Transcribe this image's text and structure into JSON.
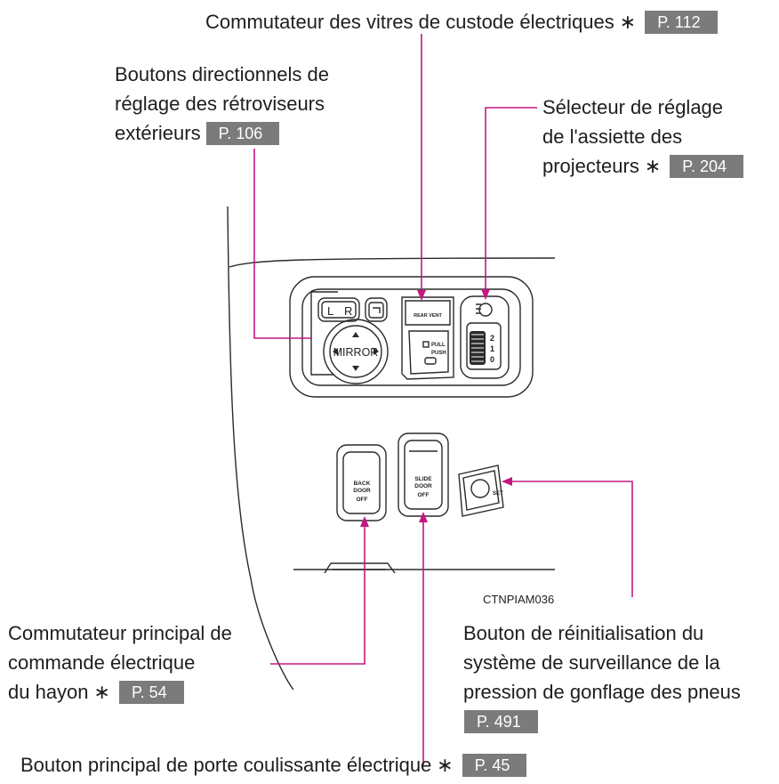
{
  "labels": {
    "rear_window": {
      "text": "Commutateur des vitres de custode électriques",
      "asterisk": "∗",
      "ref": "P. 112"
    },
    "mirror": {
      "line1": "Boutons directionnels de",
      "line2": "réglage des rétroviseurs",
      "line3": "extérieurs",
      "ref": "P. 106"
    },
    "headlight": {
      "line1": "Sélecteur de réglage",
      "line2": "de l'assiette des",
      "line3": "projecteurs",
      "asterisk": "∗",
      "ref": "P. 204"
    },
    "back_door": {
      "line1": "Commutateur principal de",
      "line2": "commande électrique",
      "line3": "du hayon",
      "asterisk": "∗",
      "ref": "P. 54"
    },
    "tire": {
      "line1": "Bouton de réinitialisation du",
      "line2": "système de surveillance de la",
      "line3": "pression de gonflage des pneus",
      "ref": "P. 491"
    },
    "slide_door": {
      "text": "Bouton principal de porte coulissante électrique",
      "asterisk": "∗",
      "ref": "P. 45"
    }
  },
  "image_code": "CTNPIAM036",
  "panel": {
    "mirror_l": "L",
    "mirror_r": "R",
    "mirror_btn": "MIRROR",
    "rear_vent": "REAR VENT",
    "pull": "PULL",
    "push": "PUSH",
    "dial_2": "2",
    "dial_1": "1",
    "dial_0": "0",
    "back": "BACK",
    "door": "DOOR",
    "off": "OFF",
    "slide": "SLIDE",
    "door2": "DOOR",
    "off2": "OFF",
    "set": "SET"
  },
  "colors": {
    "leader": "#c2187e",
    "ref_box": "#7b7b7b",
    "drawing": "#2a2a2a"
  }
}
